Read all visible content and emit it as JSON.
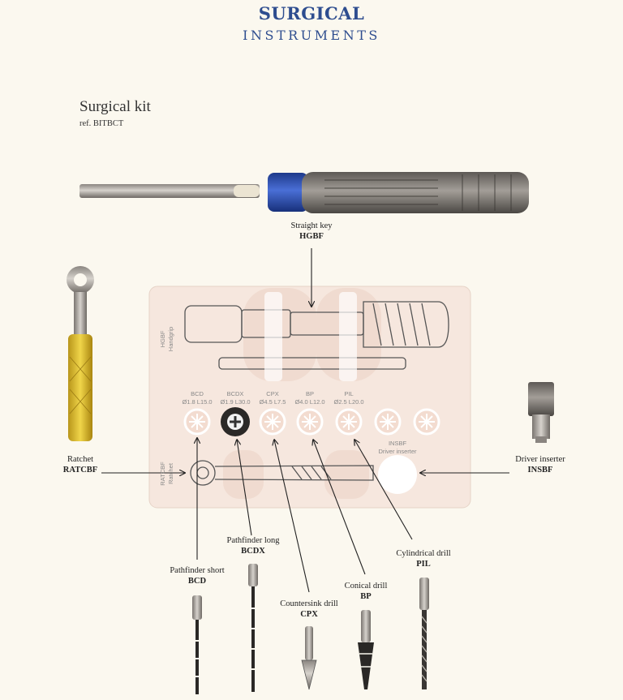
{
  "header": {
    "line1": "SURGICAL",
    "line2": "INSTRUMENTS"
  },
  "kit": {
    "title": "Surgical kit",
    "ref": "ref. BITBCT"
  },
  "callouts": {
    "straight_key": {
      "name": "Straight key",
      "code": "HGBF"
    },
    "ratchet": {
      "name": "Ratchet",
      "code": "RATCBF"
    },
    "driver_inserter": {
      "name": "Driver inserter",
      "code": "INSBF"
    },
    "pathfinder_short": {
      "name": "Pathfinder short",
      "code": "BCD"
    },
    "pathfinder_long": {
      "name": "Pathfinder long",
      "code": "BCDX"
    },
    "countersink": {
      "name": "Countersink drill",
      "code": "CPX"
    },
    "conical": {
      "name": "Conical drill",
      "code": "BP"
    },
    "cylindrical": {
      "name": "Cylindrical drill",
      "code": "PIL"
    }
  },
  "tray": {
    "handgrip": {
      "code": "HGBF",
      "name": "Handgrip"
    },
    "ratchet": {
      "code": "RATCBF",
      "name": "Ratchet"
    },
    "insbf": {
      "code": "INSBF",
      "name": "Driver inserter"
    },
    "slots": [
      {
        "code": "BCD",
        "dim": "Ø1.8 L15.0"
      },
      {
        "code": "BCDX",
        "dim": "Ø1.9 L30.0"
      },
      {
        "code": "CPX",
        "dim": "Ø4.5 L7.5"
      },
      {
        "code": "BP",
        "dim": "Ø4.0 L12.0"
      },
      {
        "code": "PIL",
        "dim": "Ø2.5 L20.0"
      }
    ]
  },
  "colors": {
    "title": "#2e4d8f",
    "background": "#fbf8ef",
    "tray": "#f6e7de",
    "handle_blue": "#2f4fb0",
    "ratchet_gold": "#d9b527"
  }
}
